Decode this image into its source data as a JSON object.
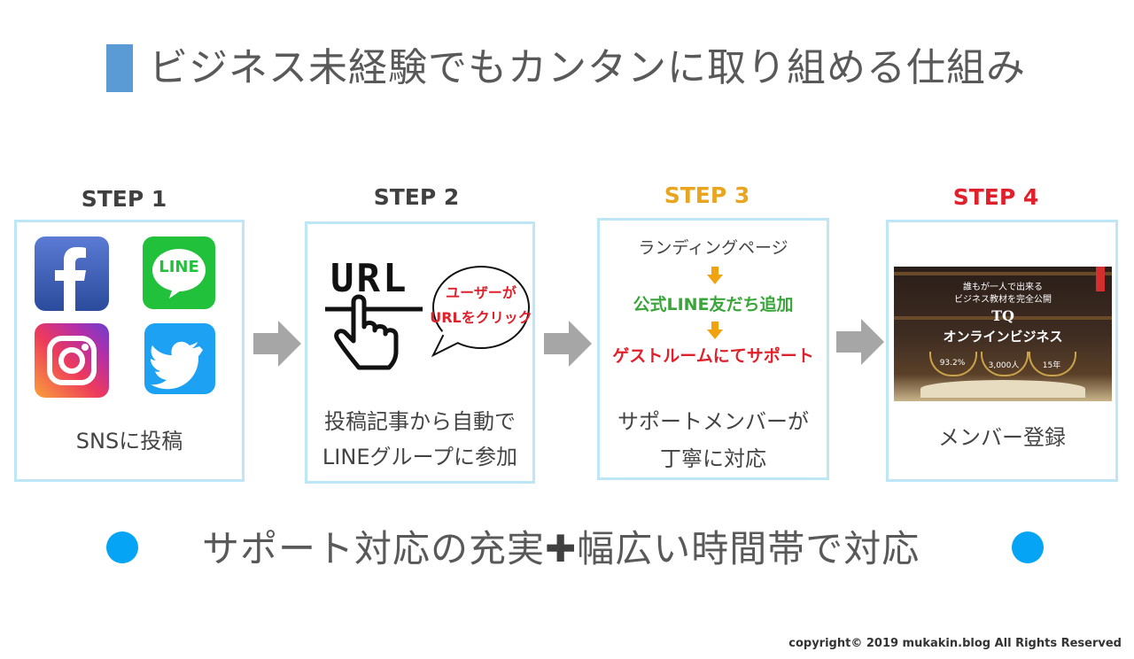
{
  "title": "ビジネス未経験でもカンタンに取り組める仕組み",
  "steps": [
    {
      "label": "STEP 1",
      "color": "#404040",
      "caption": "SNSに投稿"
    },
    {
      "label": "STEP 2",
      "color": "#404040",
      "caption_line1": "投稿記事から自動で",
      "caption_line2": "LINEグループに参加",
      "url_text": "URL",
      "bubble_line1": "ユーザーが",
      "bubble_line2": "URLをクリック"
    },
    {
      "label": "STEP 3",
      "color": "#e9a51f",
      "flow": [
        "ランディングページ",
        "公式LINE友だち追加",
        "ゲストルームにてサポート"
      ],
      "caption_line1": "サポートメンバーが",
      "caption_line2": "丁寧に対応"
    },
    {
      "label": "STEP 4",
      "color": "#e0202a",
      "caption": "メンバー登録",
      "banner_title1": "TQ",
      "banner_title2": "オンラインビジネス",
      "banner_top1": "誰もが一人で出来る",
      "banner_top2": "ビジネス教材を完全公開",
      "stats": [
        "93.2%",
        "3,000人",
        "15年"
      ]
    }
  ],
  "icons": {
    "line_text": "LINE"
  },
  "bottom": {
    "text_a": "サポート対応の充実",
    "plus": "✚",
    "text_b": "幅広い時間帯で対応"
  },
  "copyright": "copyright© 2019 mukakin.blog All Rights Reserved"
}
